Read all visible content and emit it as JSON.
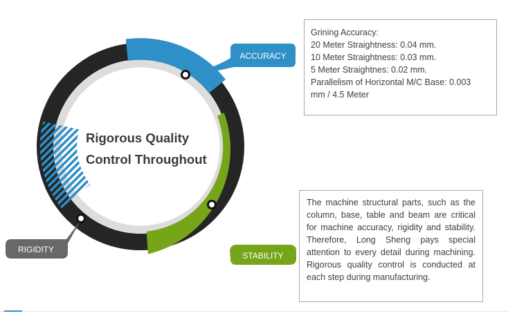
{
  "center_title": {
    "line1": "Rigorous Quality",
    "line2": "Control Throughout"
  },
  "tags": {
    "accuracy": "ACCURACY",
    "stability": "STABILITY",
    "rigidity": "RIGIDITY"
  },
  "colors": {
    "accuracy": "#2f8fc7",
    "stability": "#76a51a",
    "rigidity": "#686868",
    "ring_outer": "#252525",
    "ring_inner": "#dddddd"
  },
  "accuracy_box": {
    "lines": [
      "Grining Accuracy:",
      "20 Meter Straightness: 0.04 mm.",
      "10 Meter Straightness: 0.03 mm.",
      "5 Meter Straightnes: 0.02 mm.",
      "Parallelism of Horizontal M/C Base: 0.003",
      "mm / 4.5 Meter"
    ]
  },
  "stability_box": {
    "text": "The machine structural parts, such as the column, base, table and beam  are critical  for  machine accuracy,  rigidity  and  stability.  Therefore,  Long  Sheng pays special attention to every detail during  machining.    Rigorous quality control  is  conducted  at each step during manufacturing."
  }
}
